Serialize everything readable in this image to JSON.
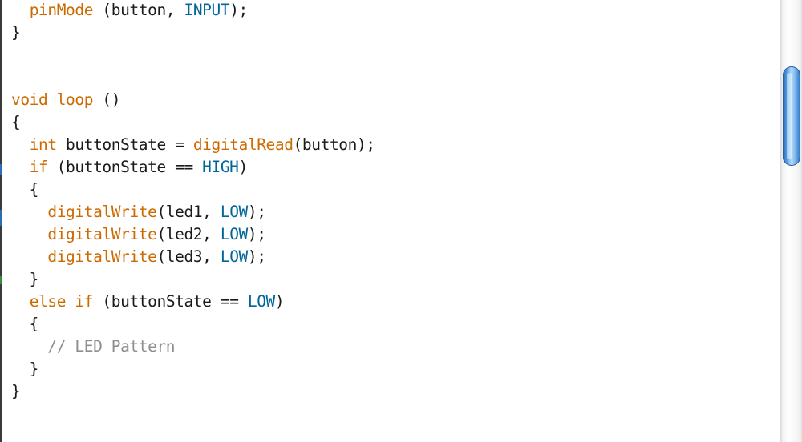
{
  "editor": {
    "lines": [
      [
        {
          "t": "  "
        },
        {
          "t": "pinMode",
          "c": "fn"
        },
        {
          "t": " (button, "
        },
        {
          "t": "INPUT",
          "c": "const"
        },
        {
          "t": ");"
        }
      ],
      [
        {
          "t": "}"
        }
      ],
      [
        {
          "t": ""
        }
      ],
      [
        {
          "t": ""
        }
      ],
      [
        {
          "t": "void",
          "c": "kw"
        },
        {
          "t": " "
        },
        {
          "t": "loop",
          "c": "kw"
        },
        {
          "t": " ()"
        }
      ],
      [
        {
          "t": "{"
        }
      ],
      [
        {
          "t": "  "
        },
        {
          "t": "int",
          "c": "kw"
        },
        {
          "t": " buttonState = "
        },
        {
          "t": "digitalRead",
          "c": "fn"
        },
        {
          "t": "(button);"
        }
      ],
      [
        {
          "t": "  "
        },
        {
          "t": "if",
          "c": "kw"
        },
        {
          "t": " (buttonState == "
        },
        {
          "t": "HIGH",
          "c": "const"
        },
        {
          "t": ")"
        }
      ],
      [
        {
          "t": "  {"
        }
      ],
      [
        {
          "t": "    "
        },
        {
          "t": "digitalWrite",
          "c": "fn"
        },
        {
          "t": "(led1, "
        },
        {
          "t": "LOW",
          "c": "const"
        },
        {
          "t": ");"
        }
      ],
      [
        {
          "t": "    "
        },
        {
          "t": "digitalWrite",
          "c": "fn"
        },
        {
          "t": "(led2, "
        },
        {
          "t": "LOW",
          "c": "const"
        },
        {
          "t": ");"
        }
      ],
      [
        {
          "t": "    "
        },
        {
          "t": "digitalWrite",
          "c": "fn"
        },
        {
          "t": "(led3, "
        },
        {
          "t": "LOW",
          "c": "const"
        },
        {
          "t": ");"
        }
      ],
      [
        {
          "t": "  }"
        }
      ],
      [
        {
          "t": "  "
        },
        {
          "t": "else",
          "c": "kw"
        },
        {
          "t": " "
        },
        {
          "t": "if",
          "c": "kw"
        },
        {
          "t": " (buttonState == "
        },
        {
          "t": "LOW",
          "c": "const"
        },
        {
          "t": ")"
        }
      ],
      [
        {
          "t": "  {"
        }
      ],
      [
        {
          "t": "    "
        },
        {
          "t": "// LED Pattern",
          "c": "cmt"
        }
      ],
      [
        {
          "t": "  }"
        }
      ],
      [
        {
          "t": "}"
        }
      ]
    ]
  },
  "scrollbar": {
    "thumb_icon": "scroll-thumb"
  },
  "colors": {
    "keyword": "#cc6a00",
    "constant": "#006699",
    "comment": "#8e8e8e",
    "text": "#1a1a1a",
    "scroll_thumb": "#4a90d9"
  }
}
